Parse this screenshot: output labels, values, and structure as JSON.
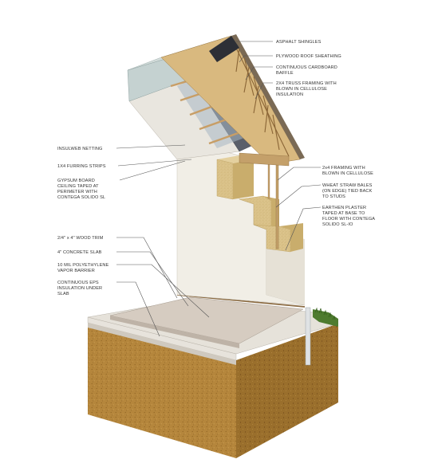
{
  "diagram": {
    "colors": {
      "soil": "#b5863c",
      "soil_dark": "#8f6424",
      "slab": "#e3ded5",
      "floor": "#d3c8bd",
      "wall": "#f1eee6",
      "straw": "#dcc48c",
      "straw_dark": "#b99c5a",
      "timber": "#c9a877",
      "baffle": "#c7d3d2",
      "grass": "#4e7b2f"
    },
    "labels": {
      "asphalt_shingles": "ASPHALT SHINGLES",
      "plywood_sheathing": "PLYWOOD ROOF SHEATHING",
      "cardboard_baffle_1": "CONTINUOUS CARDBOARD",
      "cardboard_baffle_2": "BAFFLE",
      "truss_framing_1": "2X4 TRUSS FRAMING WITH",
      "truss_framing_2": "BLOWN IN CELLULOSE",
      "truss_framing_3": "INSULATION",
      "insulweb_netting": "INSULWEB NETTING",
      "furring_strips": "1X4 FURRING STRIPS",
      "gypsum_1": "GYPSUM BOARD",
      "gypsum_2": "CEILING TAPED AT",
      "gypsum_3": "PERIMETER WITH",
      "gypsum_4": "CONTEGA SOLIDO SL",
      "framing_cellulose_1": "2x4 FRAMING WITH",
      "framing_cellulose_2": "BLOWN IN CELLULOSE",
      "straw_bales_1": "WHEAT STRAW BALES",
      "straw_bales_2": "(ON EDGE) TIED BACK",
      "straw_bales_3": "TO STUDS",
      "earthen_plaster_1": "EARTHEN PLASTER",
      "earthen_plaster_2": "TAPED AT BASE TO",
      "earthen_plaster_3": "FLOOR WITH CONTEGA",
      "earthen_plaster_4": "SOLIDO SL-IO",
      "wood_trim": "2/4\" x 4\" WOOD TRIM",
      "concrete_slab": "4\" CONCRETE SLAB",
      "poly_barrier_1": "10 MIL POLYETHYLENE",
      "poly_barrier_2": "VAPOR BARRIER",
      "eps_insulation_1": "CONTINUOUS EPS",
      "eps_insulation_2": "INSULATION UNDER",
      "eps_insulation_3": "SLAB"
    }
  }
}
